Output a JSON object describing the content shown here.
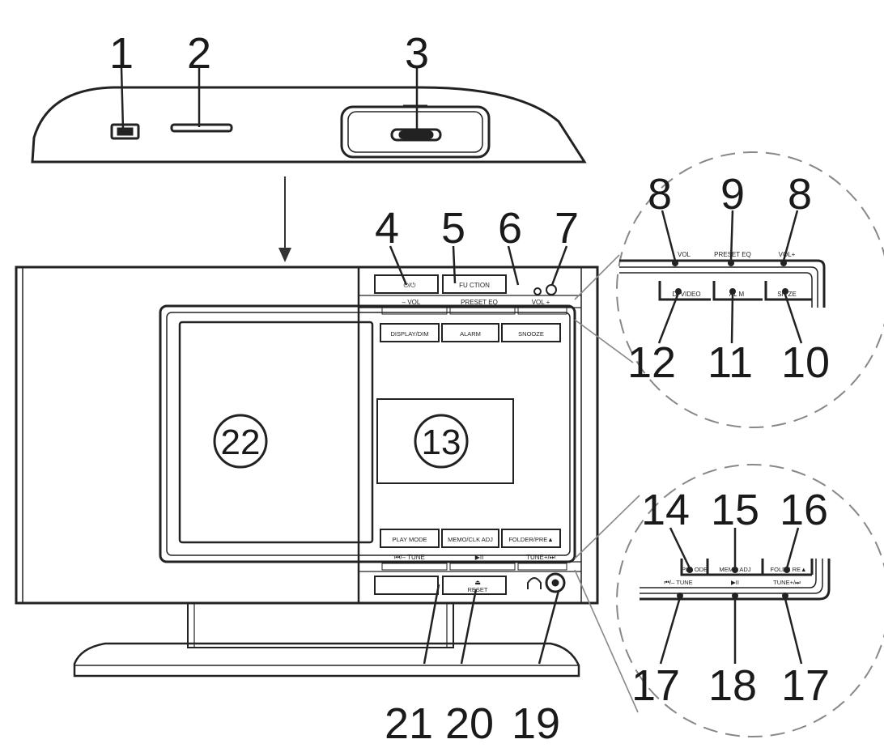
{
  "callouts": [
    "1",
    "2",
    "3",
    "4",
    "5",
    "6",
    "7",
    "8",
    "9",
    "8",
    "12",
    "11",
    "10",
    "14",
    "15",
    "16",
    "17",
    "18",
    "17",
    "21",
    "20",
    "19"
  ],
  "circled": {
    "display_label": "13",
    "door_label": "22"
  },
  "panel_labels": {
    "power": "⏻/⏻",
    "function": "FU CTION",
    "vol_minus": "– VOL",
    "preset_eq": "PRESET EQ",
    "vol_plus": "VOL +",
    "display_video": "DISPLAY/DIM",
    "alarm": "ALARM",
    "snooze": "SNOOZE",
    "play_mode": "PLAY MODE",
    "memo_clk_adj": "MEMO/CLK ADJ",
    "folder_pre": "FOLDER/PRE▲",
    "prev_tune": "⏮/– TUNE",
    "play_pause": "▶II",
    "next_tune": "TUNE+/⏭",
    "eject": "⏏",
    "reset": "RESET"
  },
  "zoom_top_labels": {
    "vol_minus": "VOL",
    "preset_eq": "PRESET EQ",
    "vol_plus": "VOL+",
    "display_video": "DI VIDEO",
    "alarm": "AL M",
    "snooze": "SN ZE"
  },
  "zoom_bottom_labels": {
    "play_mode": "PLA ODE",
    "memo_clk_adj": "MEMO ADJ",
    "folder_pre": "FOLDE RE▲",
    "prev_tune": "⏮/– TUNE",
    "play_pause": "▶II",
    "next_tune": "TUNE+/⏭"
  }
}
